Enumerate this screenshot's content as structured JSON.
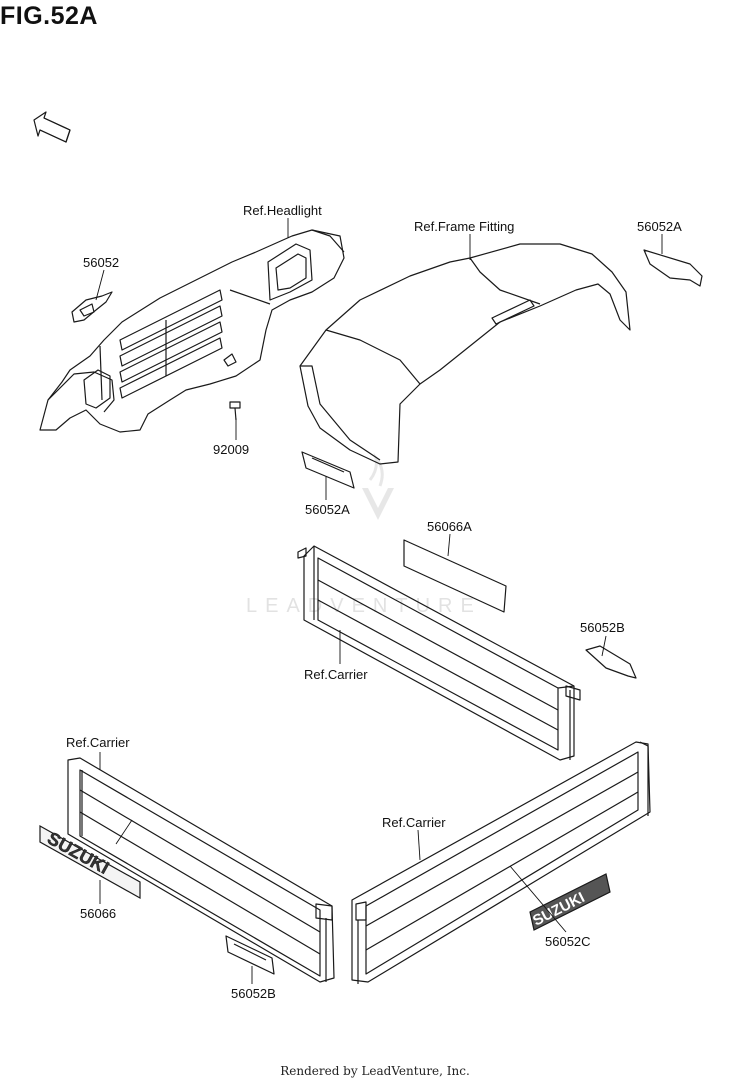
{
  "figure": {
    "title": "FIG.52A"
  },
  "direction_marker": {
    "text": "FWD"
  },
  "watermark": "LEADVENTURE",
  "labels": {
    "ref_headlight": "Ref.Headlight",
    "ref_frame_fitting": "Ref.Frame Fitting",
    "p56052A_top": "56052A",
    "p56052_top": "56052",
    "p92009": "92009",
    "p56052A_mid": "56052A",
    "p56066A": "56066A",
    "p56052B_right": "56052B",
    "ref_carrier_mid": "Ref.Carrier",
    "ref_carrier_left": "Ref.Carrier",
    "ref_carrier_right": "Ref.Carrier",
    "p56066": "56066",
    "p56052C": "56052C",
    "p56052B_bottom": "56052B"
  },
  "emblems": {
    "suzuki": "SUZUKI"
  },
  "footer": "Rendered by LeadVenture, Inc."
}
